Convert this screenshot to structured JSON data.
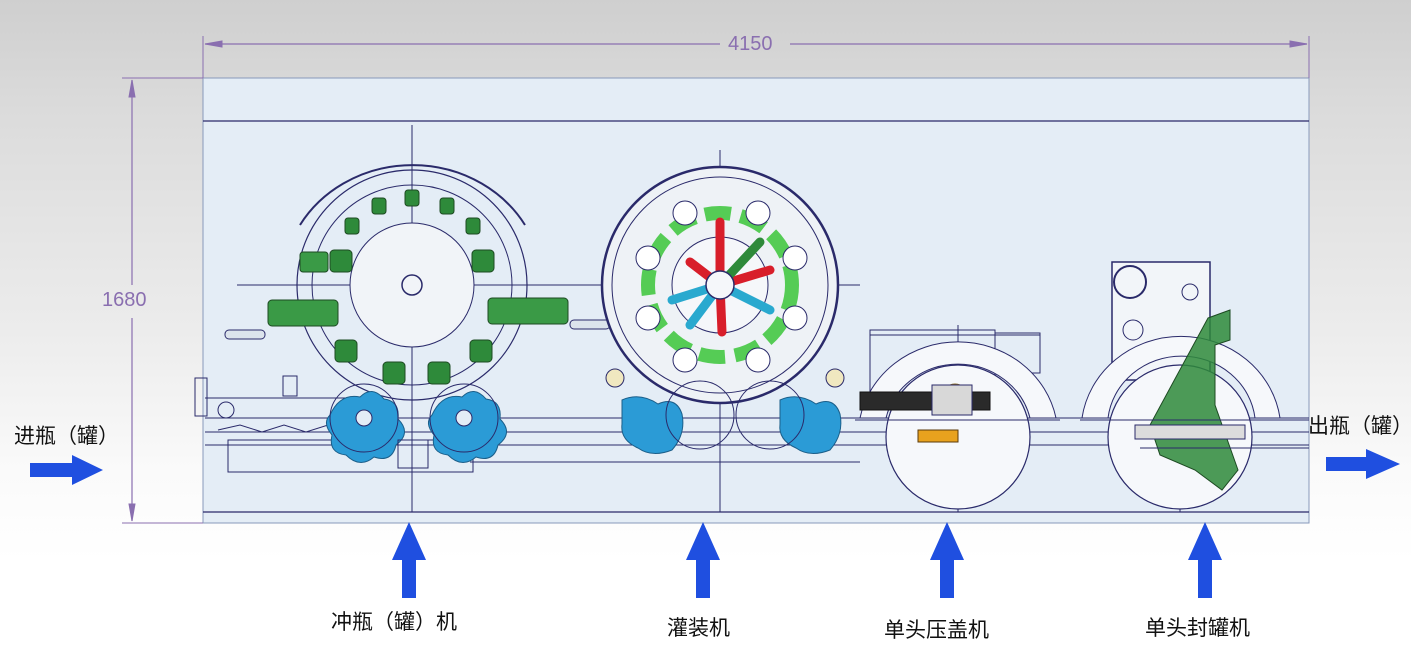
{
  "dimensions": {
    "width_label": "4150",
    "height_label": "1680"
  },
  "labels": {
    "inlet": "进瓶（罐）",
    "outlet": "出瓶（罐）"
  },
  "machines": [
    {
      "id": "rinser",
      "label": "冲瓶（罐）机"
    },
    {
      "id": "filler",
      "label": "灌装机"
    },
    {
      "id": "capper",
      "label": "单头压盖机"
    },
    {
      "id": "seamer",
      "label": "单头封罐机"
    }
  ],
  "colors": {
    "arrow": "#1f4fe0",
    "line": "#2a2a6a",
    "dimension": "#8a6fb0",
    "panel": "#e2ecf5",
    "green": "#2e8a3a",
    "lightgreen": "#66cc55",
    "cyan": "#29a9cf",
    "red": "#d81e2a",
    "orange": "#e8a21e"
  }
}
